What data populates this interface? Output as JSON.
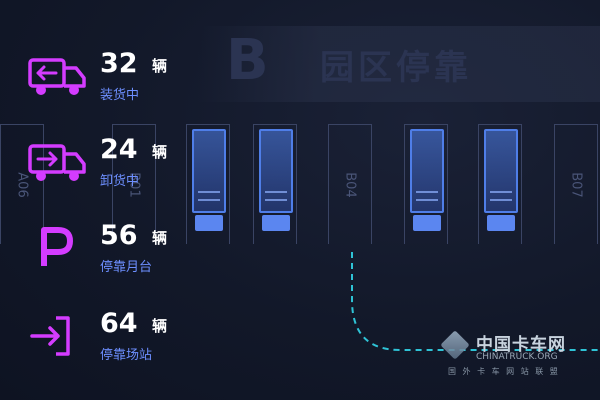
{
  "zone": {
    "letter": "B",
    "title": "园区停靠"
  },
  "slots": [
    {
      "code": "A06",
      "occupied": false
    },
    {
      "code": "B01",
      "occupied": false
    },
    {
      "code": "",
      "occupied": true
    },
    {
      "code": "",
      "occupied": true
    },
    {
      "code": "B04",
      "occupied": false
    },
    {
      "code": "",
      "occupied": true
    },
    {
      "code": "",
      "occupied": true
    },
    {
      "code": "B07",
      "occupied": false
    }
  ],
  "stats": [
    {
      "value": "32",
      "unit": "辆",
      "label": "装货中",
      "icon": "truck-loading-icon"
    },
    {
      "value": "24",
      "unit": "辆",
      "label": "卸货中",
      "icon": "truck-unloading-icon"
    },
    {
      "value": "56",
      "unit": "辆",
      "label": "停靠月台",
      "icon": "parking-p-icon"
    },
    {
      "value": "64",
      "unit": "辆",
      "label": "停靠场站",
      "icon": "enter-icon"
    }
  ],
  "colors": {
    "accent_magenta": "#d43cff",
    "label_blue": "#6d8fff",
    "truck_blue": "#5b86f0",
    "route_cyan": "#2fc3d6"
  },
  "watermark": {
    "cn": "中国卡车网",
    "en": "CHINATRUCK.ORG",
    "sub": "国 外 卡 车 网 站 联 盟"
  }
}
